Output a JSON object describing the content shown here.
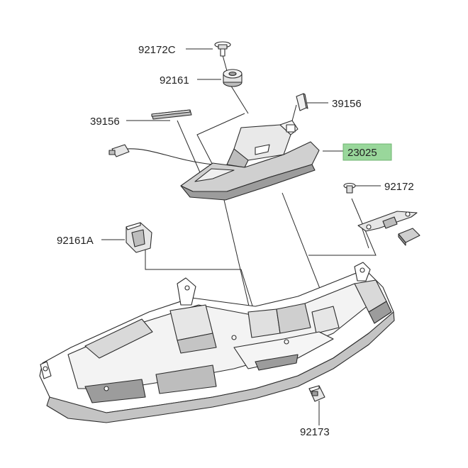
{
  "colors": {
    "ink": "#222222",
    "part_fill": "#ffffff",
    "shade_light": "#e6e6e6",
    "shade_mid": "#c4c4c4",
    "shade_dark": "#9c9c9c",
    "highlight": "#99d79b"
  },
  "labels": {
    "p92172C": "92172C",
    "p92161": "92161",
    "p39156_right": "39156",
    "p39156_left": "39156",
    "p23025": "23025",
    "p92172": "92172",
    "p92161A": "92161A",
    "p92173": "92173"
  },
  "highlighted_part": "23025"
}
